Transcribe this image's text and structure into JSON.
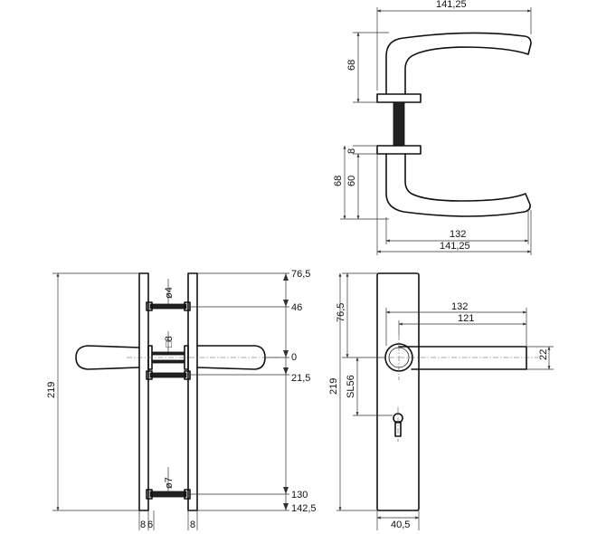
{
  "top_view": {
    "width_top": "141,25",
    "height_upper": "68",
    "rose_upper": "8",
    "height_lower_outer": "68",
    "height_lower_inner": "60",
    "width_bottom_inner": "132",
    "width_bottom_outer": "141,25"
  },
  "side_view": {
    "left_height": "219",
    "dim_76_5": "76,5",
    "dim_46": "46",
    "dim_0": "0",
    "dim_21_5": "21,5",
    "dim_130": "130",
    "dim_142_5": "142,5",
    "screw_top": "ø4",
    "spindle": "□8",
    "screw_bottom": "ø7",
    "plate_a": "8",
    "plate_b": "6",
    "plate_c": "8"
  },
  "front_view": {
    "dim_76_5": "76,5",
    "dim_219": "219",
    "dim_sl56": "SL56",
    "dim_132": "132",
    "dim_121": "121",
    "dim_22": "22",
    "dim_40_5": "40,5"
  }
}
